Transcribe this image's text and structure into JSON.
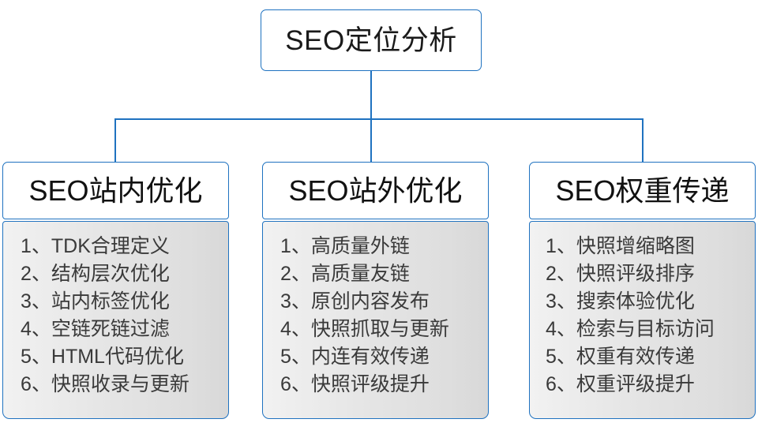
{
  "diagram": {
    "type": "org-chart",
    "root": {
      "label": "SEO定位分析"
    },
    "accent_color": "#1f72c0",
    "panel_color": "#e4e4e4",
    "text_color": "#3a3a3a",
    "branches": [
      {
        "header": "SEO站内优化",
        "items": [
          "1、TDK合理定义",
          "2、结构层次优化",
          "3、站内标签优化",
          "4、空链死链过滤",
          "5、HTML代码优化",
          "6、快照收录与更新"
        ]
      },
      {
        "header": "SEO站外优化",
        "items": [
          "1、高质量外链",
          "2、高质量友链",
          "3、原创内容发布",
          "4、快照抓取与更新",
          "5、内连有效传递",
          "6、快照评级提升"
        ]
      },
      {
        "header": "SEO权重传递",
        "items": [
          "1、快照增缩略图",
          "2、快照评级排序",
          "3、搜索体验优化",
          "4、检索与目标访问",
          "5、权重有效传递",
          "6、权重评级提升"
        ]
      }
    ]
  }
}
